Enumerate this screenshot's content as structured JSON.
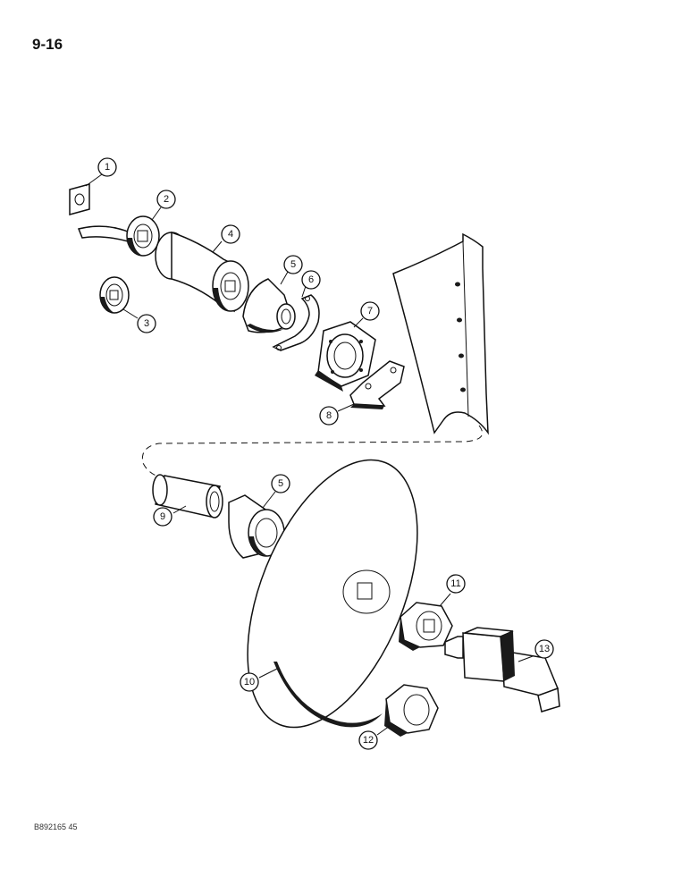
{
  "page": {
    "number": "9-16",
    "figure_code": "B892165 45"
  },
  "callouts": [
    "1",
    "2",
    "3",
    "4",
    "5",
    "6",
    "7",
    "8",
    "9",
    "5",
    "11",
    "10",
    "13",
    "12"
  ],
  "parts": [
    {
      "callout": "1",
      "icon": "lock-plate-icon"
    },
    {
      "callout": "2",
      "icon": "bearing-washer-icon"
    },
    {
      "callout": "3",
      "icon": "bearing-washer-icon"
    },
    {
      "callout": "4",
      "icon": "spool-spacer-icon"
    },
    {
      "callout": "5",
      "icon": "bell-spacer-icon"
    },
    {
      "callout": "6",
      "icon": "bracket-clip-icon"
    },
    {
      "callout": "7",
      "icon": "bearing-housing-icon"
    },
    {
      "callout": "8",
      "icon": "mount-bracket-icon"
    },
    {
      "callout": "9",
      "icon": "tube-spacer-icon"
    },
    {
      "callout": "10",
      "icon": "disc-blade-icon"
    },
    {
      "callout": "11",
      "icon": "hex-nut-icon"
    },
    {
      "callout": "12",
      "icon": "hex-nut-icon"
    },
    {
      "callout": "13",
      "icon": "square-axle-bolt-icon"
    }
  ],
  "colors": {
    "ink": "#111111",
    "paper": "#ffffff"
  }
}
